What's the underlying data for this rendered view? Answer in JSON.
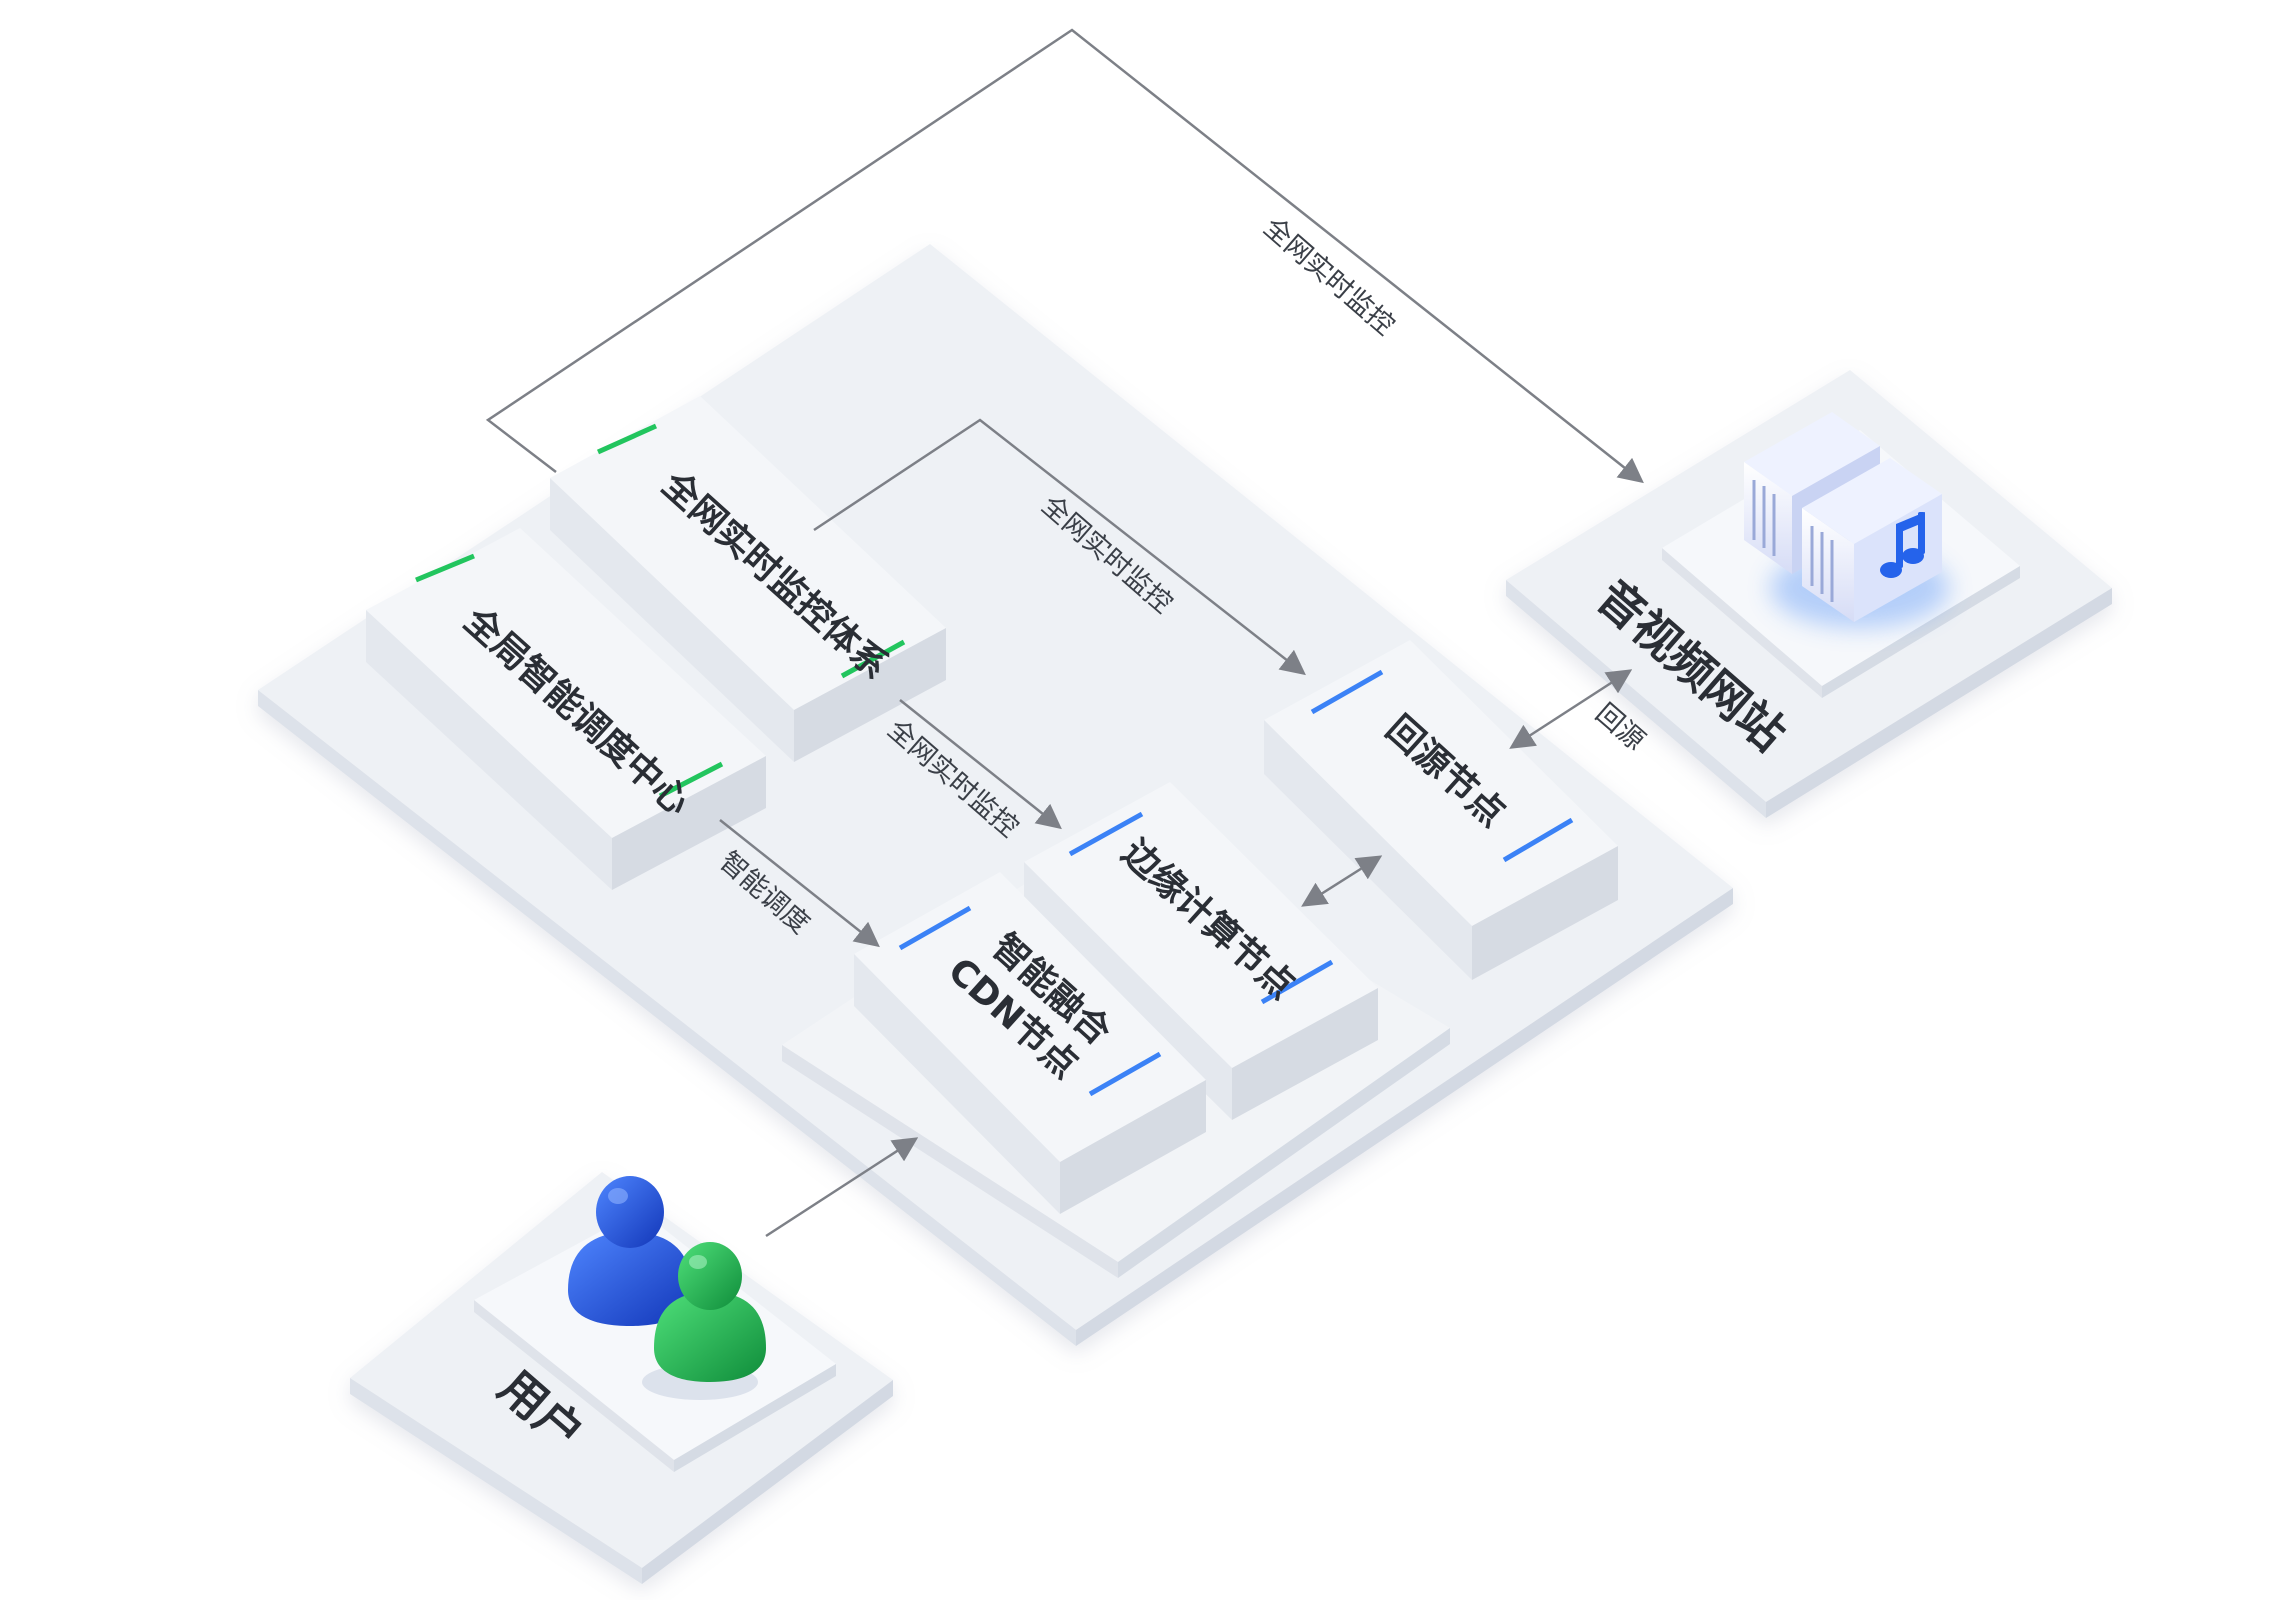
{
  "nodes": {
    "global_dispatch": "全局智能调度中心",
    "monitor_system": "全网实时监控体系",
    "edge_compute": "边缘计算节点",
    "origin_node": "回源节点",
    "cdn_node_line1": "智能融合",
    "cdn_node_line2": "CDN节点",
    "av_site": "音视频网站",
    "user": "用户"
  },
  "edges": {
    "monitor_top": "全网实时监控",
    "monitor_to_origin": "全网实时监控",
    "monitor_to_edge": "全网实时监控",
    "dispatch_to_cdn": "智能调度",
    "origin_to_site": "回源"
  },
  "colors": {
    "platform_top": "#eef1f5",
    "box_top": "#f4f6f9",
    "box_side": "#dfe3ea",
    "green_accent": "#22c55e",
    "blue_accent": "#3b82f6",
    "arrow": "#7d8087",
    "user_blue": "#1d4fd8",
    "user_green": "#16a34a"
  },
  "icons": {
    "user": "user-group-icon",
    "site": "music-server-icon"
  }
}
